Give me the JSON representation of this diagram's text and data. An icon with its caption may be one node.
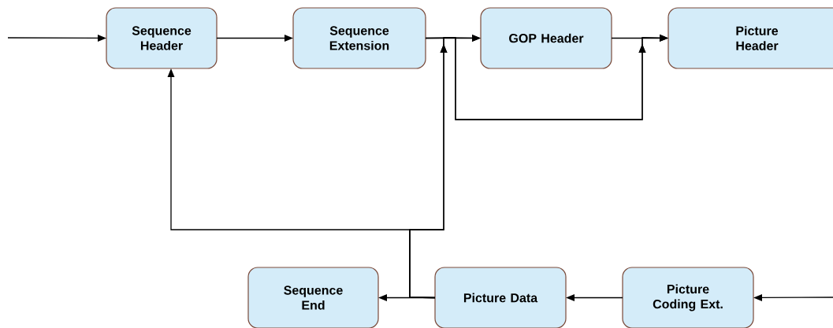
{
  "diagram": {
    "nodes": [
      {
        "text": [
          "Sequence Header"
        ]
      },
      {
        "text": [
          "Sequence Extension"
        ]
      },
      {
        "text": [
          "GOP Header"
        ]
      },
      {
        "text": [
          "Picture Header"
        ]
      },
      {
        "text": [
          "Sequence End"
        ]
      },
      {
        "text": [
          "Picture Data"
        ]
      },
      {
        "text": [
          "Picture Coding Ext."
        ]
      }
    ],
    "edges": [
      {
        "from": null,
        "to": 0,
        "arrow": "to"
      },
      {
        "from": 0,
        "to": 1,
        "arrow": "to"
      },
      {
        "from": 1,
        "to": 2,
        "arrow": "to"
      },
      {
        "from": 1,
        "to": 3,
        "arrow": "to"
      },
      {
        "from": 2,
        "to": 3,
        "arrow": "to"
      },
      {
        "from": null,
        "to": 6,
        "arrow": "to"
      },
      {
        "from": 6,
        "to": 5,
        "arrow": "to"
      },
      {
        "from": 5,
        "to": 4,
        "arrow": "to"
      },
      {
        "from": 5,
        "to": 0,
        "arrow": "to"
      },
      {
        "from": 5,
        "to": 2,
        "arrow": "to"
      },
      {
        "from": 5,
        "to": 3,
        "arrow": "to"
      }
    ]
  }
}
